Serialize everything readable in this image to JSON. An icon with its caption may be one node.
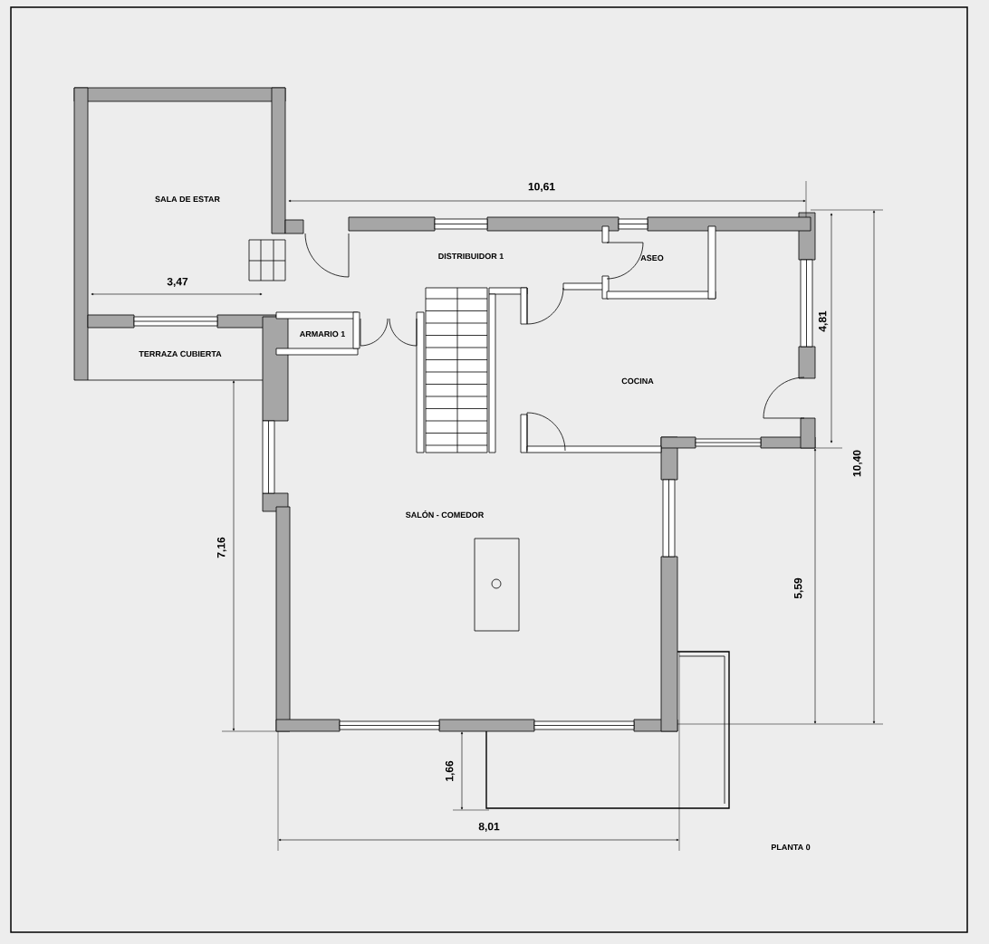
{
  "diagram": {
    "labels": [
      "SALA DE ESTAR",
      "10,61",
      "DISTRIBUIDOR 1",
      "ASEO",
      "3,47",
      "4,81",
      "ARMARIO 1",
      "TERRAZA CUBIERTA",
      "COCINA",
      "10,40",
      "SALÓN - COMEDOR",
      "7,16",
      "5,59",
      "1,66",
      "8,01",
      "PLANTA 0"
    ]
  }
}
